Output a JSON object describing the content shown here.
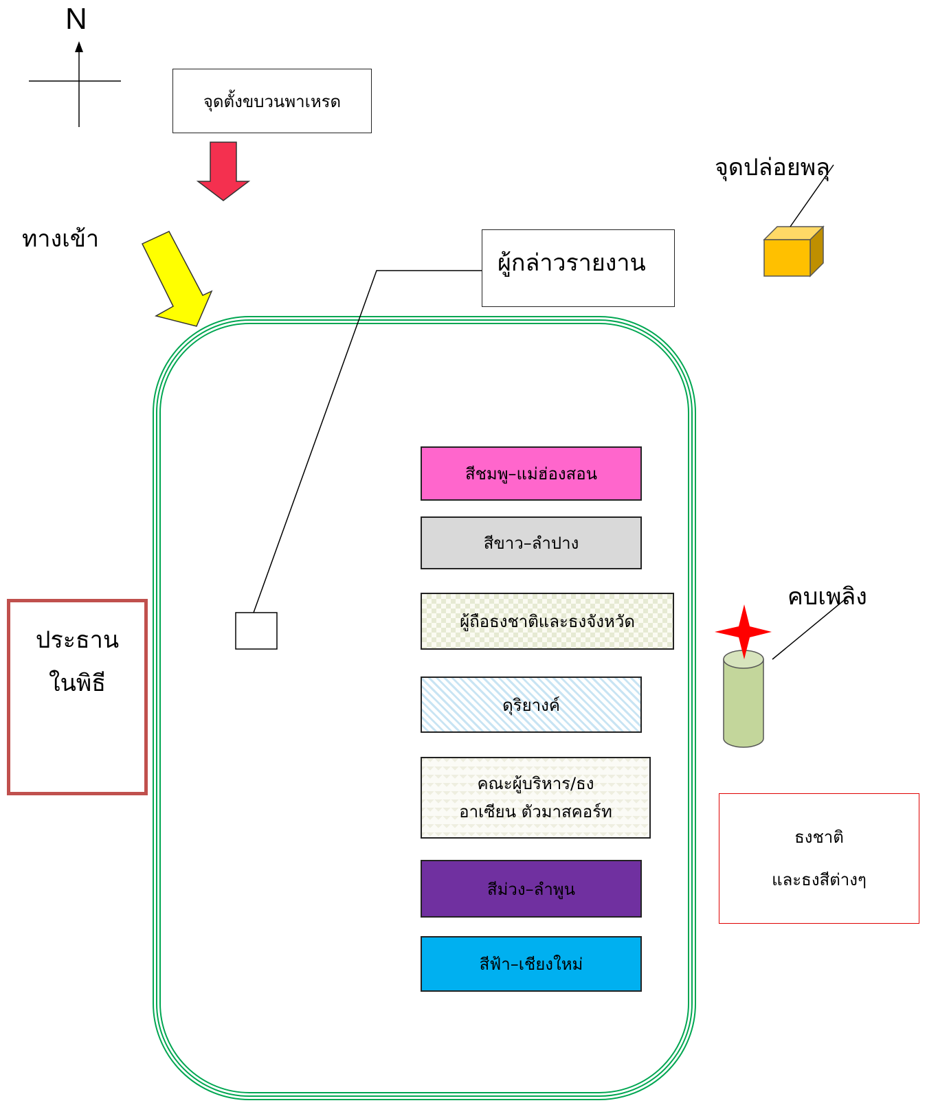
{
  "north_label": "N",
  "parade_start": "จุดตั้งขบวนพาเหรด",
  "balloon_release": "จุดปล่อยพลุ",
  "entrance": "ทางเข้า",
  "reporter": "ผู้กล่าวรายงาน",
  "torch": "คบเพลิง",
  "chairman": {
    "line1": "ประธาน",
    "line2": "ในพิธี"
  },
  "flags_area": {
    "line1": "ธงชาติ",
    "line2": "และธงสีต่างๆ"
  },
  "parade_groups": {
    "pink": "สีชมพู–แม่ฮ่องสอน",
    "white": "สีขาว–ลำปาง",
    "flag_bearers": "ผู้ถือธงชาติและธงจังหวัด",
    "band": "ดุริยางค์",
    "executives": {
      "line1": "คณะผู้บริหาร/ธง",
      "line2": "อาเซียน ตัวมาสคอร์ท"
    },
    "purple": "สีม่วง–ลำพูน",
    "sky_blue": "สีฟ้า–เชียงใหม่"
  },
  "colors": {
    "track_green": "#00a651",
    "pink": "#ff66cc",
    "gray": "#d9d9d9",
    "purple": "#7030a0",
    "sky_blue": "#00b0f0",
    "arrow_red": "#f4304f",
    "arrow_yellow": "#ffff00",
    "box_gold": "#ffc000",
    "torch_body": "#c3d69b",
    "star_red": "#ff0000",
    "chairman_border": "#c0504d",
    "flags_border": "#e00000"
  }
}
